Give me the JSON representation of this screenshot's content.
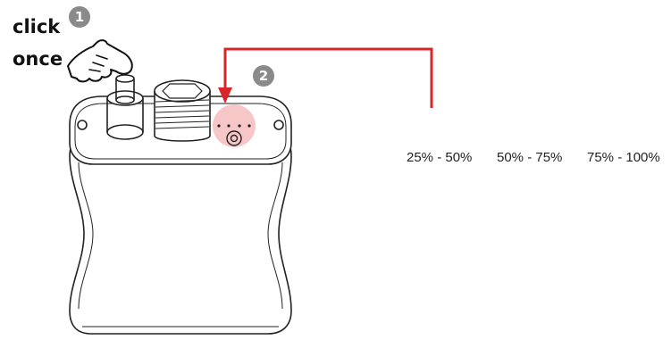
{
  "instruction": {
    "action_line1": "click",
    "action_line2": "once",
    "step1": "1",
    "step2": "2"
  },
  "levels": [
    {
      "label": "25% - 50%"
    },
    {
      "label": "50% - 75%"
    },
    {
      "label": "75% - 100%"
    }
  ],
  "colors": {
    "arrow": "#d6262c",
    "led_highlight": "#f4b4b6",
    "badge": "#8a8a8a",
    "outline": "#222222"
  },
  "icons": [
    "pointing-hand-icon",
    "arrow-icon",
    "led-icon"
  ]
}
